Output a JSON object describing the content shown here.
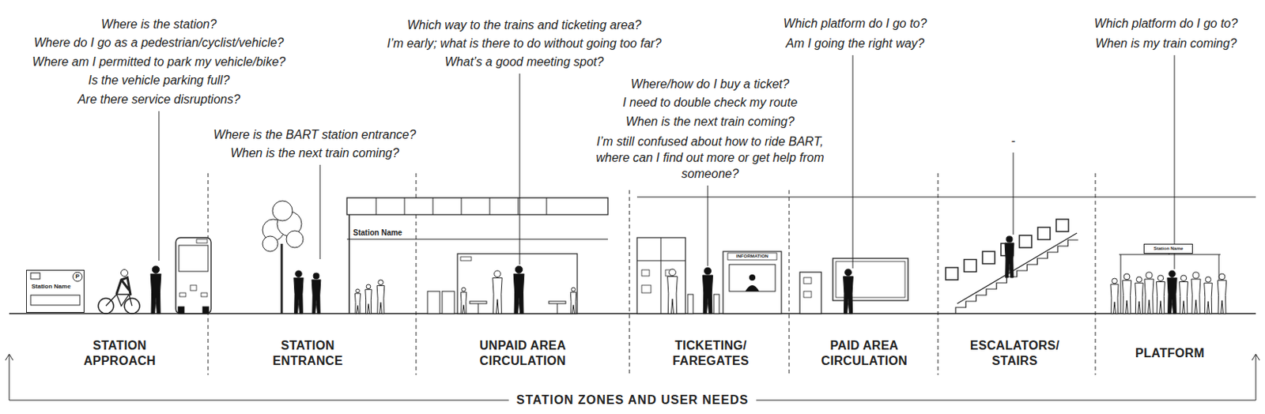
{
  "diagram": {
    "caption": "STATION ZONES AND USER NEEDS",
    "nodes": [
      {
        "text": [
          "Station Name"
        ]
      },
      {
        "text": [
          "Station Name"
        ]
      },
      {
        "text": [
          "Station Name"
        ]
      }
    ],
    "labels": [
      "Where is the station?",
      "Where do I go as a pedestrian/cyclist/vehicle?",
      "Where am I permitted to park my vehicle/bike?",
      "Is the vehicle parking full?",
      "Are there service disruptions?",
      "Where is the BART station entrance?",
      "When is the next train coming?",
      "Which way to the trains and ticketing area?",
      "I’m early; what is there to do without going too far?",
      "What’s a good meeting spot?",
      "Where/how do I buy a ticket?",
      "I need to double check my route",
      "When is the next train coming?",
      "I’m still confused about how to ride BART, where can I find out more or get help from someone?",
      "Which platform do I go to?",
      "Am I going the right way?",
      "-",
      "Which platform do I go to?",
      "When is my train coming?",
      "STATION APPROACH",
      "STATION ENTRANCE",
      "UNPAID AREA CIRCULATION",
      "TICKETING/ FAREGATES",
      "PAID AREA CIRCULATION",
      "ESCALATORS/ STAIRS",
      "PLATFORM",
      "INFORMATION",
      "P"
    ]
  }
}
